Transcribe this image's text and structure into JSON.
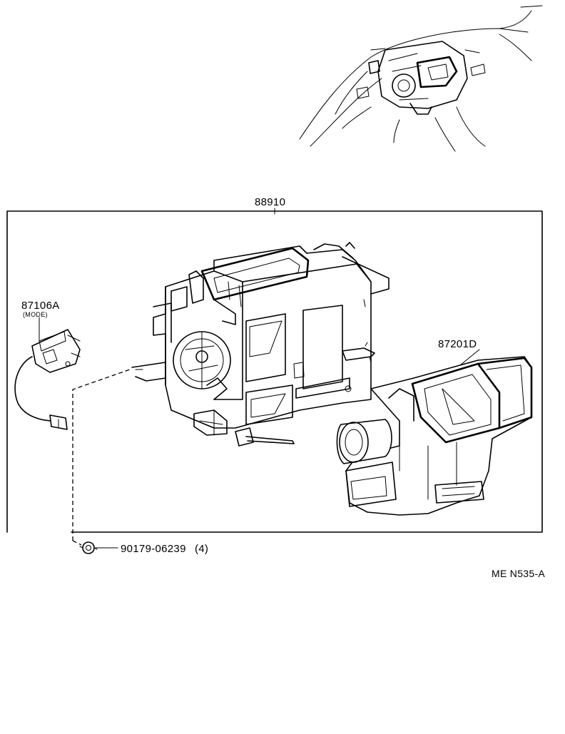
{
  "parts": {
    "assembly": {
      "number": "88910"
    },
    "servo": {
      "number": "87106A",
      "note": "(MODE)"
    },
    "blower": {
      "number": "87201D"
    },
    "screw": {
      "number": "90179-06239",
      "qty": "(4)"
    }
  },
  "figure_code": "ME N535-A",
  "inset_view": {
    "icon": "vehicle-dashboard-location-icon"
  },
  "colors": {
    "ink": "#000000",
    "paper": "#ffffff"
  }
}
